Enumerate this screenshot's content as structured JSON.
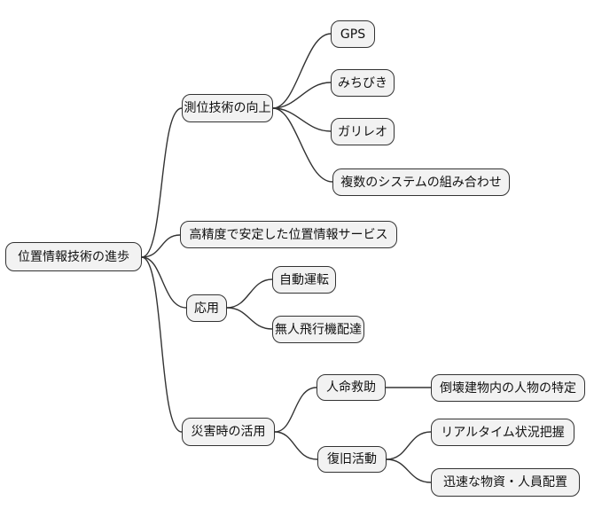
{
  "diagram": {
    "type": "mindmap",
    "root_label": "位置情報技術の進歩",
    "colors": {
      "background": "#ffffff",
      "node_fill": "#f2f2f2",
      "node_border": "#333333",
      "connector": "#333333",
      "text": "#111111"
    }
  },
  "nodes": [
    {
      "id": "root",
      "label": "位置情報技術の進歩",
      "level": 0,
      "parent": null
    },
    {
      "id": "sokui",
      "label": "測位技術の向上",
      "level": 1,
      "parent": "root"
    },
    {
      "id": "gps",
      "label": "GPS",
      "level": 2,
      "parent": "sokui"
    },
    {
      "id": "michibiki",
      "label": "みちびき",
      "level": 2,
      "parent": "sokui"
    },
    {
      "id": "galileo",
      "label": "ガリレオ",
      "level": 2,
      "parent": "sokui"
    },
    {
      "id": "multi",
      "label": "複数のシステムの組み合わせ",
      "level": 2,
      "parent": "sokui"
    },
    {
      "id": "service",
      "label": "高精度で安定した位置情報サービス",
      "level": 1,
      "parent": "root"
    },
    {
      "id": "ouyou",
      "label": "応用",
      "level": 1,
      "parent": "root"
    },
    {
      "id": "jidou",
      "label": "自動運転",
      "level": 2,
      "parent": "ouyou"
    },
    {
      "id": "mujin",
      "label": "無人飛行機配達",
      "level": 2,
      "parent": "ouyou"
    },
    {
      "id": "saigai",
      "label": "災害時の活用",
      "level": 1,
      "parent": "root"
    },
    {
      "id": "jinmei",
      "label": "人命救助",
      "level": 2,
      "parent": "saigai"
    },
    {
      "id": "toukai",
      "label": "倒壊建物内の人物の特定",
      "level": 3,
      "parent": "jinmei"
    },
    {
      "id": "fukkyuu",
      "label": "復旧活動",
      "level": 2,
      "parent": "saigai"
    },
    {
      "id": "realtime",
      "label": "リアルタイム状況把握",
      "level": 3,
      "parent": "fukkyuu"
    },
    {
      "id": "jinsoku",
      "label": "迅速な物資・人員配置",
      "level": 3,
      "parent": "fukkyuu"
    }
  ]
}
